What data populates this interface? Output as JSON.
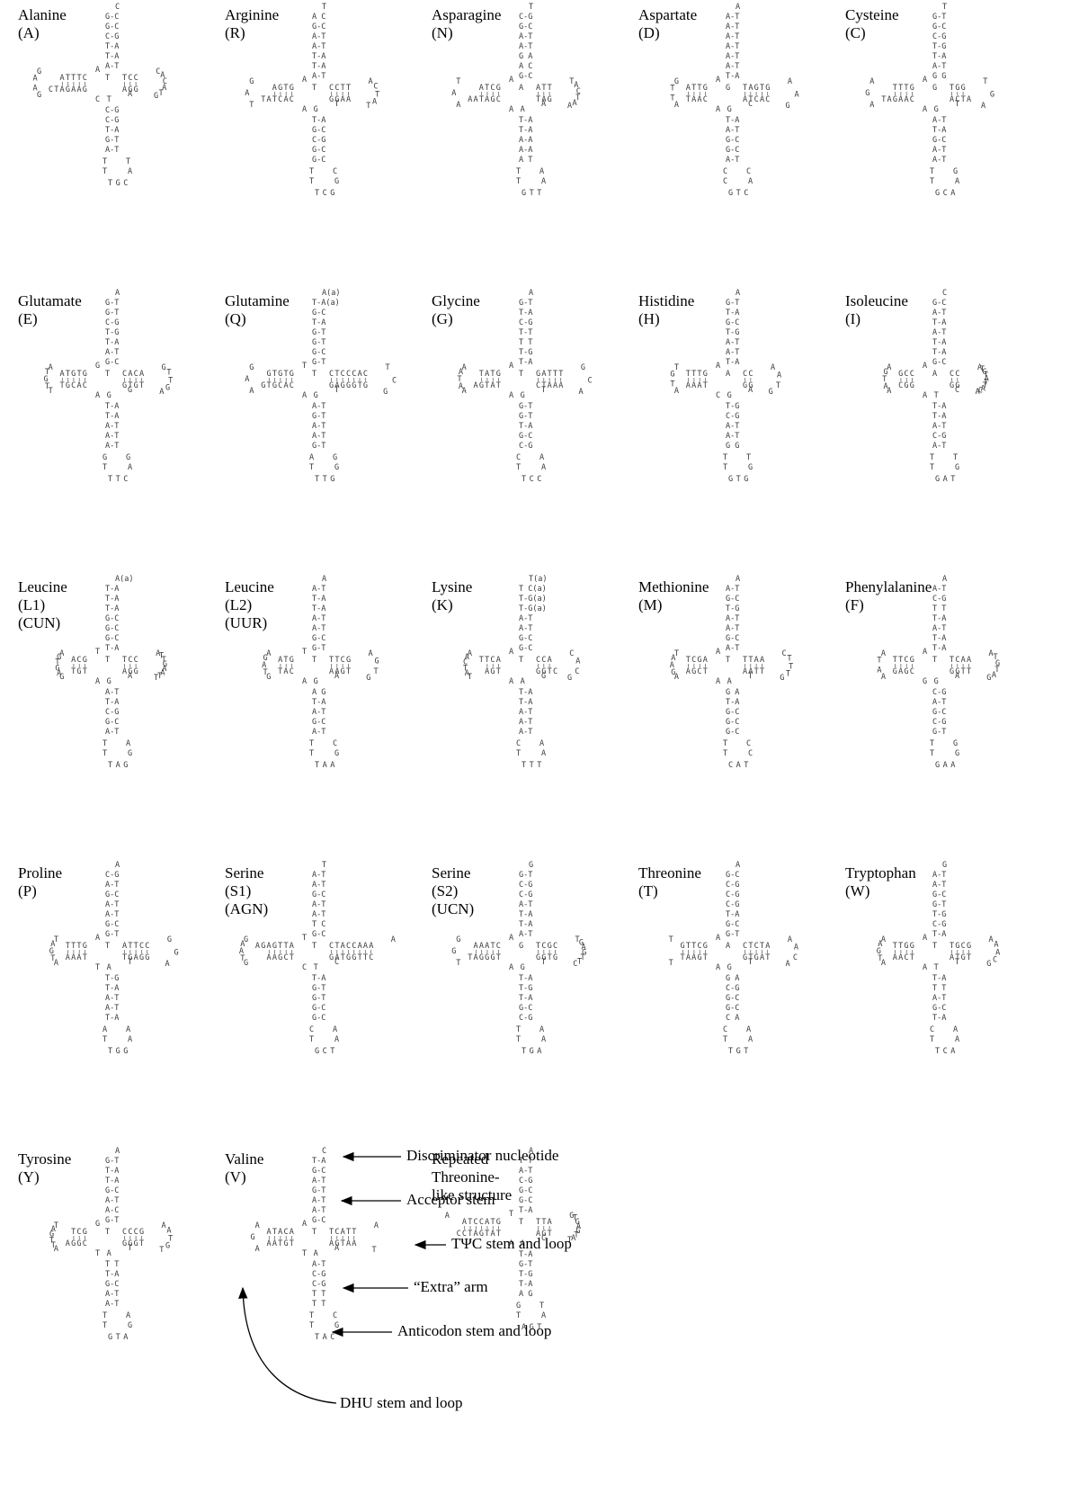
{
  "panels": [
    {
      "name": "Alanine",
      "abbr": [
        "(A)"
      ],
      "acc_top": "C",
      "acc_pairs": [
        "G-C",
        "G-C",
        "C-G",
        "T-A",
        "T-A",
        "A-T"
      ],
      "ac_pairs": [
        "C-G",
        "C-G",
        "T-A",
        "G-T",
        "A-T"
      ],
      "ac_loop": [
        "T",
        "T",
        "T",
        "A",
        "TGC"
      ],
      "tpsi_top": "TCC",
      "tpsi_bot": "AGG",
      "d_top": "ATTTC",
      "d_bot": "CTAGAAG",
      "d_loop": [
        "G",
        "A",
        "A",
        "G"
      ],
      "tpsi_loop": [
        "C",
        "A",
        "C",
        "A",
        "T",
        "G"
      ],
      "junction": "A",
      "connector": "T",
      "extra": "C T",
      "var": "A"
    },
    {
      "name": "Arginine",
      "abbr": [
        "(R)"
      ],
      "acc_top": "T",
      "acc_pairs": [
        "A C",
        "G-C",
        "A-T",
        "A-T",
        "T-A",
        "T-A",
        "A-T"
      ],
      "ac_pairs": [
        "T-A",
        "G-C",
        "C-G",
        "G-C",
        "G-C"
      ],
      "ac_loop": [
        "T",
        "T",
        "C",
        "G",
        "TCG"
      ],
      "tpsi_top": "CCTT",
      "tpsi_bot": "GGAA",
      "d_top": "AGTG",
      "d_bot": "TATCAC",
      "d_loop": [
        "G",
        "A",
        "T"
      ],
      "tpsi_loop": [
        "A",
        "C",
        "T",
        "A",
        "T"
      ],
      "junction": "A",
      "connector": "T",
      "extra": "A G",
      "var": "T"
    },
    {
      "name": "Asparagine",
      "abbr": [
        "(N)"
      ],
      "acc_top": "T",
      "acc_pairs": [
        "C-G",
        "G-C",
        "A-T",
        "A-T",
        "G A",
        "A C",
        "G-C"
      ],
      "ac_pairs": [
        "T-A",
        "T-A",
        "A-A",
        "A-A",
        "A T"
      ],
      "ac_loop": [
        "T",
        "T",
        "A",
        "A",
        "GTT"
      ],
      "tpsi_top": "ATT",
      "tpsi_bot": "TAG",
      "d_top": "ATCG",
      "d_bot": "AATAGC",
      "d_loop": [
        "T",
        "A",
        "A"
      ],
      "tpsi_loop": [
        "T",
        "A",
        "C",
        "T",
        "A",
        "A"
      ],
      "junction": "A",
      "connector": "A",
      "extra": "A A",
      "var": "A"
    },
    {
      "name": "Aspartate",
      "abbr": [
        "(D)"
      ],
      "acc_top": "A",
      "acc_pairs": [
        "A-T",
        "A-T",
        "A-T",
        "A-T",
        "A-T",
        "A-T",
        "T-A"
      ],
      "ac_pairs": [
        "T-A",
        "A-T",
        "G-C",
        "G-C",
        "A-T"
      ],
      "ac_loop": [
        "C",
        "C",
        "C",
        "A",
        "GTC"
      ],
      "tpsi_top": "TAGTG",
      "tpsi_bot": "ATCAC",
      "d_top": "ATTG",
      "d_bot": "TAAC",
      "d_loop": [
        "G",
        "T",
        "T",
        "A"
      ],
      "tpsi_loop": [
        "A",
        "A",
        "G"
      ],
      "junction": "A",
      "connector": "G",
      "extra": "A G",
      "var": "C"
    },
    {
      "name": "Cysteine",
      "abbr": [
        "(C)"
      ],
      "acc_top": "T",
      "acc_pairs": [
        "G-T",
        "G-C",
        "C-G",
        "T-G",
        "T-A",
        "A-T",
        "G G"
      ],
      "ac_pairs": [
        "A-T",
        "T-A",
        "G-C",
        "A-T",
        "A-T"
      ],
      "ac_loop": [
        "T",
        "T",
        "G",
        "A",
        "GCA"
      ],
      "tpsi_top": "TGG",
      "tpsi_bot": "ACTA",
      "d_top": "TTTG",
      "d_bot": "TAGAAC",
      "d_loop": [
        "A",
        "G",
        "A"
      ],
      "tpsi_loop": [
        "T",
        "G",
        "A"
      ],
      "junction": "A",
      "connector": "G",
      "extra": "A G",
      "var": "T"
    },
    {
      "name": "Glutamate",
      "abbr": [
        "(E)"
      ],
      "acc_top": "A",
      "acc_pairs": [
        "G-T",
        "G-T",
        "C-G",
        "T-G",
        "T-A",
        "A-T",
        "G-C"
      ],
      "ac_pairs": [
        "T-A",
        "T-A",
        "A-T",
        "A-T",
        "A-T"
      ],
      "ac_loop": [
        "G",
        "T",
        "G",
        "A",
        "TTC"
      ],
      "tpsi_top": "CACA",
      "tpsi_bot": "GTGT",
      "d_top": "ATGTG",
      "d_bot": "TGCAC",
      "d_loop": [
        "A",
        "T",
        "G",
        "T",
        "T"
      ],
      "tpsi_loop": [
        "G",
        "T",
        "T",
        "G",
        "A"
      ],
      "junction": "G",
      "connector": "T",
      "extra": "A G",
      "var": "G"
    },
    {
      "name": "Glutamine",
      "abbr": [
        "(Q)"
      ],
      "acc_top": "A(a)",
      "acc_pairs": [
        "T-A(a)",
        "G-C",
        "T-A",
        "G-T",
        "G-T",
        "G-C",
        "G-T"
      ],
      "ac_pairs": [
        "A-T",
        "G-T",
        "A-T",
        "A-T",
        "G-T"
      ],
      "ac_loop": [
        "A",
        "T",
        "G",
        "G",
        "TTG"
      ],
      "tpsi_top": "CTCCCAC",
      "tpsi_bot": "GAGGGTG",
      "d_top": "GTGTG",
      "d_bot": "GTGCAC",
      "d_loop": [
        "G",
        "A",
        "A"
      ],
      "tpsi_loop": [
        "T",
        "C",
        "G"
      ],
      "junction": "T",
      "connector": "T",
      "extra": "A G",
      "var": "T"
    },
    {
      "name": "Glycine",
      "abbr": [
        "(G)"
      ],
      "acc_top": "A",
      "acc_pairs": [
        "G-T",
        "T-A",
        "C-G",
        "T-T",
        "T T",
        "T-G",
        "T-A"
      ],
      "ac_pairs": [
        "G-T",
        "G-T",
        "T-A",
        "G-C",
        "C-G"
      ],
      "ac_loop": [
        "C",
        "T",
        "A",
        "A",
        "TCC"
      ],
      "tpsi_top": "GATTT",
      "tpsi_bot": "CTAAA",
      "d_top": "TATG",
      "d_bot": "AGTAT",
      "d_loop": [
        "A",
        "A",
        "T",
        "A",
        "A"
      ],
      "tpsi_loop": [
        "G",
        "C",
        "A"
      ],
      "junction": "A",
      "connector": "T",
      "extra": "A G",
      "var": "T"
    },
    {
      "name": "Histidine",
      "abbr": [
        "(H)"
      ],
      "acc_top": "A",
      "acc_pairs": [
        "G-T",
        "T-A",
        "G-C",
        "T-G",
        "A-T",
        "A-T",
        "T-A"
      ],
      "ac_pairs": [
        "T-G",
        "C-G",
        "A-T",
        "A-T",
        "G G"
      ],
      "ac_loop": [
        "T",
        "T",
        "T",
        "G",
        "GTG"
      ],
      "tpsi_top": "CC",
      "tpsi_bot": "GG",
      "d_top": "TTTG",
      "d_bot": "AAAT",
      "d_loop": [
        "T",
        "G",
        "T",
        "A"
      ],
      "tpsi_loop": [
        "A",
        "A",
        "T",
        "G"
      ],
      "junction": "A",
      "connector": "A",
      "extra": "C G",
      "var": "A"
    },
    {
      "name": "Isoleucine",
      "abbr": [
        "(I)"
      ],
      "acc_top": "C",
      "acc_pairs": [
        "G-C",
        "A-T",
        "T-A",
        "A-T",
        "T-A",
        "T-A",
        "G-C"
      ],
      "ac_pairs": [
        "T-A",
        "T-A",
        "A-T",
        "C-G",
        "A-T"
      ],
      "ac_loop": [
        "T",
        "T",
        "T",
        "G",
        "GAT"
      ],
      "tpsi_top": "CC",
      "tpsi_bot": "GG",
      "d_top": "GCC",
      "d_bot": "CGG",
      "d_loop": [
        "A",
        "G",
        "T",
        "A",
        "A"
      ],
      "tpsi_loop": [
        "A",
        "T",
        "G",
        "T",
        "A",
        "T",
        "T",
        "A",
        "C",
        "A"
      ],
      "junction": "A",
      "connector": "A",
      "extra": "A T",
      "var": "C"
    },
    {
      "name": "Leucine",
      "abbr": [
        "(L1)",
        "(CUN)"
      ],
      "acc_top": "A(a)",
      "acc_pairs": [
        "T-A",
        "T-A",
        "T-A",
        "G-C",
        "G-C",
        "G-C",
        "T-A"
      ],
      "ac_pairs": [
        "A-T",
        "T-A",
        "C-G",
        "G-C",
        "A-T"
      ],
      "ac_loop": [
        "T",
        "T",
        "A",
        "G",
        "TAG"
      ],
      "tpsi_top": "TCC",
      "tpsi_bot": "AGG",
      "d_top": "ACG",
      "d_bot": "TGT",
      "d_loop": [
        "A",
        "G",
        "T",
        "G",
        "A",
        "G"
      ],
      "tpsi_loop": [
        "A",
        "T",
        "T",
        "G",
        "A",
        "A",
        "T",
        "T"
      ],
      "junction": "T",
      "connector": "T",
      "extra": "A G",
      "var": "A"
    },
    {
      "name": "Leucine",
      "abbr": [
        "(L2)",
        "(UUR)"
      ],
      "acc_top": "A",
      "acc_pairs": [
        "A-T",
        "T-A",
        "T-A",
        "A-T",
        "A-T",
        "G-C",
        "G-T"
      ],
      "ac_pairs": [
        "A G",
        "T-A",
        "A-T",
        "G-C",
        "A-T"
      ],
      "ac_loop": [
        "T",
        "T",
        "C",
        "G",
        "TAA"
      ],
      "tpsi_top": "TTCG",
      "tpsi_bot": "AAGT",
      "d_top": "ATG",
      "d_bot": "TAC",
      "d_loop": [
        "A",
        "G",
        "A",
        "T",
        "G"
      ],
      "tpsi_loop": [
        "A",
        "G",
        "T",
        "G"
      ],
      "junction": "T",
      "connector": "T",
      "extra": "A G",
      "var": "A"
    },
    {
      "name": "Lysine",
      "abbr": [
        "(K)"
      ],
      "acc_top": "T(a)",
      "acc_pairs": [
        "T C(a)",
        "T-G(a)",
        "T-G(a)",
        "A-T",
        "A-T",
        "G-C",
        "G-C"
      ],
      "ac_pairs": [
        "T-A",
        "T-A",
        "A-T",
        "A-T",
        "A-T"
      ],
      "ac_loop": [
        "C",
        "T",
        "A",
        "A",
        "TTT"
      ],
      "tpsi_top": "CCA",
      "tpsi_bot": "GGTC",
      "d_top": "TTCA",
      "d_bot": "AGT",
      "d_loop": [
        "A",
        "A",
        "C",
        "T",
        "A",
        "T"
      ],
      "tpsi_loop": [
        "C",
        "A",
        "C",
        "G"
      ],
      "junction": "A",
      "connector": "T",
      "extra": "A A",
      "var": "G"
    },
    {
      "name": "Methionine",
      "abbr": [
        "(M)"
      ],
      "acc_top": "A",
      "acc_pairs": [
        "A-T",
        "G-C",
        "T-G",
        "A-T",
        "A-T",
        "G-C",
        "A-T"
      ],
      "ac_pairs": [
        "G A",
        "T-A",
        "G-C",
        "G-C",
        "G-C"
      ],
      "ac_loop": [
        "T",
        "T",
        "C",
        "C",
        "CAT"
      ],
      "tpsi_top": "TTAA",
      "tpsi_bot": "AATT",
      "d_top": "TCGA",
      "d_bot": "AGCT",
      "d_loop": [
        "T",
        "A",
        "A",
        "G",
        "A"
      ],
      "tpsi_loop": [
        "C",
        "T",
        "T",
        "T",
        "G"
      ],
      "junction": "A",
      "connector": "T",
      "extra": "A A",
      "var": "T"
    },
    {
      "name": "Phenylalanine",
      "abbr": [
        "(F)"
      ],
      "acc_top": "A",
      "acc_pairs": [
        "A-T",
        "C-G",
        "T T",
        "T-A",
        "A-T",
        "T-A",
        "T-A"
      ],
      "ac_pairs": [
        "C-G",
        "A-T",
        "G-C",
        "C-G",
        "G-T"
      ],
      "ac_loop": [
        "T",
        "T",
        "G",
        "G",
        "GAA"
      ],
      "tpsi_top": "TCAA",
      "tpsi_bot": "GGTT",
      "d_top": "TTCG",
      "d_bot": "GAGC",
      "d_loop": [
        "A",
        "T",
        "A",
        "A"
      ],
      "tpsi_loop": [
        "A",
        "T",
        "G",
        "T",
        "A",
        "G"
      ],
      "junction": "A",
      "connector": "T",
      "extra": "G G",
      "var": "A"
    },
    {
      "name": "Proline",
      "abbr": [
        "(P)"
      ],
      "acc_top": "A",
      "acc_pairs": [
        "C-G",
        "A-T",
        "G-C",
        "A-T",
        "A-T",
        "G-C",
        "G-T"
      ],
      "ac_pairs": [
        "T-G",
        "T-A",
        "A-T",
        "A-T",
        "T-A"
      ],
      "ac_loop": [
        "A",
        "T",
        "A",
        "A",
        "TGG"
      ],
      "tpsi_top": "ATTCC",
      "tpsi_bot": "TGAGG",
      "d_top": "TTTG",
      "d_bot": "AAAT",
      "d_loop": [
        "T",
        "A",
        "G",
        "T",
        "A"
      ],
      "tpsi_loop": [
        "G",
        "G",
        "A"
      ],
      "junction": "A",
      "connector": "T",
      "extra": "T A",
      "var": "T"
    },
    {
      "name": "Serine",
      "abbr": [
        "(S1)",
        "(AGN)"
      ],
      "acc_top": "T",
      "acc_pairs": [
        "A-T",
        "A-T",
        "G-C",
        "A-T",
        "A-T",
        "T C",
        "G-C"
      ],
      "ac_pairs": [
        "T-A",
        "G-T",
        "G-T",
        "G-C",
        "G-C"
      ],
      "ac_loop": [
        "C",
        "T",
        "A",
        "A",
        "GCT"
      ],
      "tpsi_top": "CTACCAAA",
      "tpsi_bot": "GATGGTTC",
      "d_top": "AGAGTTA",
      "d_bot": "AAGCT",
      "d_loop": [
        "G",
        "A",
        "A",
        "T",
        "G"
      ],
      "tpsi_loop": [
        "A"
      ],
      "junction": "T",
      "connector": "T",
      "extra": "C T",
      "var": "C"
    },
    {
      "name": "Serine",
      "abbr": [
        "(S2)",
        "(UCN)"
      ],
      "acc_top": "G",
      "acc_pairs": [
        "G-T",
        "C-G",
        "C-G",
        "A-T",
        "T-A",
        "T-A",
        "A-T"
      ],
      "ac_pairs": [
        "T-A",
        "T-G",
        "T-A",
        "G-C",
        "C-G"
      ],
      "ac_loop": [
        "T",
        "T",
        "A",
        "A",
        "TGA"
      ],
      "tpsi_top": "TCGC",
      "tpsi_bot": "GGTG",
      "d_top": "AAATC",
      "d_bot": "TAGGGT",
      "d_loop": [
        "G",
        "G",
        "T"
      ],
      "tpsi_loop": [
        "T",
        "G",
        "A",
        "G",
        "T",
        "T",
        "C"
      ],
      "junction": "A",
      "connector": "G",
      "extra": "A G",
      "var": "T"
    },
    {
      "name": "Threonine",
      "abbr": [
        "(T)"
      ],
      "acc_top": "A",
      "acc_pairs": [
        "G-C",
        "C-G",
        "C-G",
        "C-G",
        "T-A",
        "G-C",
        "G-T"
      ],
      "ac_pairs": [
        "G A",
        "C-G",
        "G-C",
        "G-C",
        "C A"
      ],
      "ac_loop": [
        "C",
        "T",
        "A",
        "A",
        "TGT"
      ],
      "tpsi_top": "CTCTA",
      "tpsi_bot": "GTGAT",
      "d_top": "GTTCG",
      "d_bot": "TAAGT",
      "d_loop": [
        "T",
        "T"
      ],
      "tpsi_loop": [
        "A",
        "A",
        "C",
        "A"
      ],
      "junction": "A",
      "connector": "A",
      "extra": "A G",
      "var": "T"
    },
    {
      "name": "Tryptophan",
      "abbr": [
        "(W)"
      ],
      "acc_top": "G",
      "acc_pairs": [
        "A-T",
        "A-T",
        "G-C",
        "G-T",
        "T-G",
        "C-G",
        "T-A"
      ],
      "ac_pairs": [
        "T-A",
        "T T",
        "A-T",
        "G-C",
        "T-A"
      ],
      "ac_loop": [
        "C",
        "T",
        "A",
        "A",
        "TCA"
      ],
      "tpsi_top": "TGCG",
      "tpsi_bot": "ATGT",
      "d_top": "TTGG",
      "d_bot": "AACT",
      "d_loop": [
        "A",
        "A",
        "G",
        "T",
        "A"
      ],
      "tpsi_loop": [
        "A",
        "A",
        "A",
        "C",
        "G"
      ],
      "junction": "A",
      "connector": "T",
      "extra": "A T",
      "var": "T"
    },
    {
      "name": "Tyrosine",
      "abbr": [
        "(Y)"
      ],
      "acc_top": "A",
      "acc_pairs": [
        "G-T",
        "T-A",
        "T-A",
        "G-C",
        "A-T",
        "A-C",
        "G-T"
      ],
      "ac_pairs": [
        "T T",
        "T-A",
        "G-C",
        "A-T",
        "A-T"
      ],
      "ac_loop": [
        "T",
        "T",
        "A",
        "G",
        "GTA"
      ],
      "tpsi_top": "CCCG",
      "tpsi_bot": "GGGT",
      "d_top": "TCG",
      "d_bot": "AGGC",
      "d_loop": [
        "T",
        "A",
        "G",
        "T",
        "T",
        "A"
      ],
      "tpsi_loop": [
        "A",
        "A",
        "T",
        "G",
        "T"
      ],
      "junction": "G",
      "connector": "T",
      "extra": "T A",
      "var": "T"
    },
    {
      "name": "Valine",
      "abbr": [
        "(V)"
      ],
      "acc_top": "C",
      "acc_pairs": [
        "T-A",
        "G-C",
        "A-T",
        "G-T",
        "A-T",
        "A-T",
        "G-C"
      ],
      "ac_pairs": [
        "A-T",
        "C-G",
        "C-G",
        "T T",
        "T T"
      ],
      "ac_loop": [
        "T",
        "T",
        "C",
        "G",
        "TAC"
      ],
      "tpsi_top": "TCATT",
      "tpsi_bot": "AGTAA",
      "d_top": "ATACA",
      "d_bot": "AATGT",
      "d_loop": [
        "A",
        "G",
        "A"
      ],
      "tpsi_loop": [
        "A",
        "T"
      ],
      "junction": "A",
      "connector": "T",
      "extra": "T A",
      "var": "A"
    },
    {
      "name": "Repeated",
      "abbr": [
        "Threonine-",
        "like structure"
      ],
      "acc_top": "A",
      "acc_pairs": [
        "T T",
        "A-T",
        "C-G",
        "G-C",
        "G-C",
        "T-A"
      ],
      "ac_pairs": [
        "T-A",
        "G-T",
        "T-G",
        "T-A",
        "A G"
      ],
      "ac_loop": [
        "G",
        "T",
        "T",
        "A",
        "AGT"
      ],
      "tpsi_top": "TTA",
      "tpsi_bot": "AGT",
      "d_top": "ATCCATG",
      "d_bot": "CCTAGTAT",
      "d_loop": [
        "A"
      ],
      "tpsi_loop": [
        "G",
        "T",
        "G",
        "A",
        "G",
        "T",
        "A",
        "T"
      ],
      "junction": "T",
      "connector": "T",
      "extra": "A A",
      "var": "C"
    }
  ],
  "annotations": [
    {
      "label": "Discriminator nucleotide",
      "target": "discriminator"
    },
    {
      "label": "Acceptor stem",
      "target": "acceptor"
    },
    {
      "label": "TΨC stem and loop",
      "target": "tpsi"
    },
    {
      "label": "“Extra” arm",
      "target": "extra"
    },
    {
      "label": "Anticodon stem and loop",
      "target": "anticodon"
    },
    {
      "label": "DHU stem and loop",
      "target": "dhu"
    }
  ],
  "colors": {
    "text": "#000000",
    "nucleotide": "#3a3a3a",
    "background": "#ffffff"
  }
}
